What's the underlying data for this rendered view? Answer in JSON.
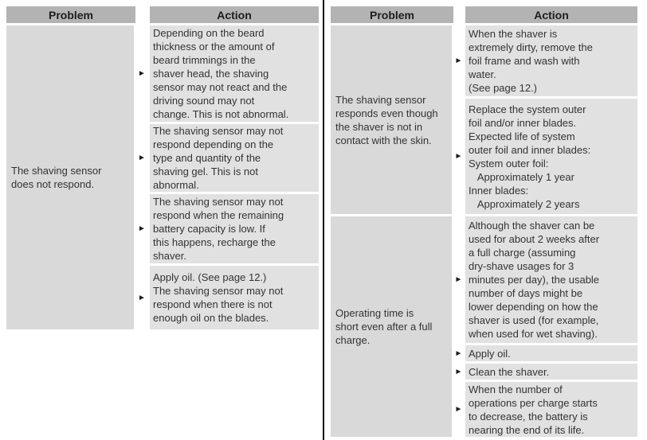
{
  "glyphs": {
    "action_marker": "►"
  },
  "colors": {
    "header_bg": "#b3b3b3",
    "problem_cell_bg": "#d9d9d9",
    "action_cell_bg": "#e1e1e1",
    "divider": "#141414",
    "text": "#333333"
  },
  "tables": [
    {
      "headers": {
        "problem": "Problem",
        "action": "Action"
      },
      "rows": [
        {
          "problem": "The shaving sensor\ndoes not respond.",
          "actions": [
            "Depending on the beard\nthickness or the amount of\nbeard trimmings in the\nshaver head, the shaving\nsensor may not react and the\ndriving sound may not\nchange. This is not abnormal.",
            "The shaving sensor may not\nrespond depending on the\ntype and quantity of the\nshaving gel. This is not\nabnormal.",
            "The shaving sensor may not\nrespond when the remaining\nbattery capacity is low. If\nthis happens, recharge the\nshaver.",
            "Apply oil. (See page 12.)\nThe shaving sensor may not\nrespond when there is not\nenough oil on the blades."
          ]
        }
      ]
    },
    {
      "headers": {
        "problem": "Problem",
        "action": "Action"
      },
      "rows": [
        {
          "problem": "The shaving sensor\nresponds even though\nthe shaver is not in\ncontact with the skin.",
          "actions": [
            "When the shaver is\nextremely dirty, remove the\nfoil frame and wash with\nwater.\n(See page 12.)",
            "Replace the system outer\nfoil and/or inner blades.\nExpected life of system\nouter foil and inner blades:\nSystem outer foil:\n   Approximately 1 year\nInner blades:\n   Approximately 2 years"
          ]
        },
        {
          "problem": "Operating time is\nshort even after a full\ncharge.",
          "actions": [
            "Although the shaver can be\nused for about 2 weeks after\na full charge (assuming\ndry-shave usages for 3\nminutes per day), the usable\nnumber of days might be\nlower depending on how the\nshaver is used (for example,\nwhen used for wet shaving).",
            "Apply oil.",
            "Clean the shaver.",
            "When the number of\noperations per charge starts\nto decrease, the battery is\nnearing the end of its life."
          ]
        }
      ]
    }
  ]
}
